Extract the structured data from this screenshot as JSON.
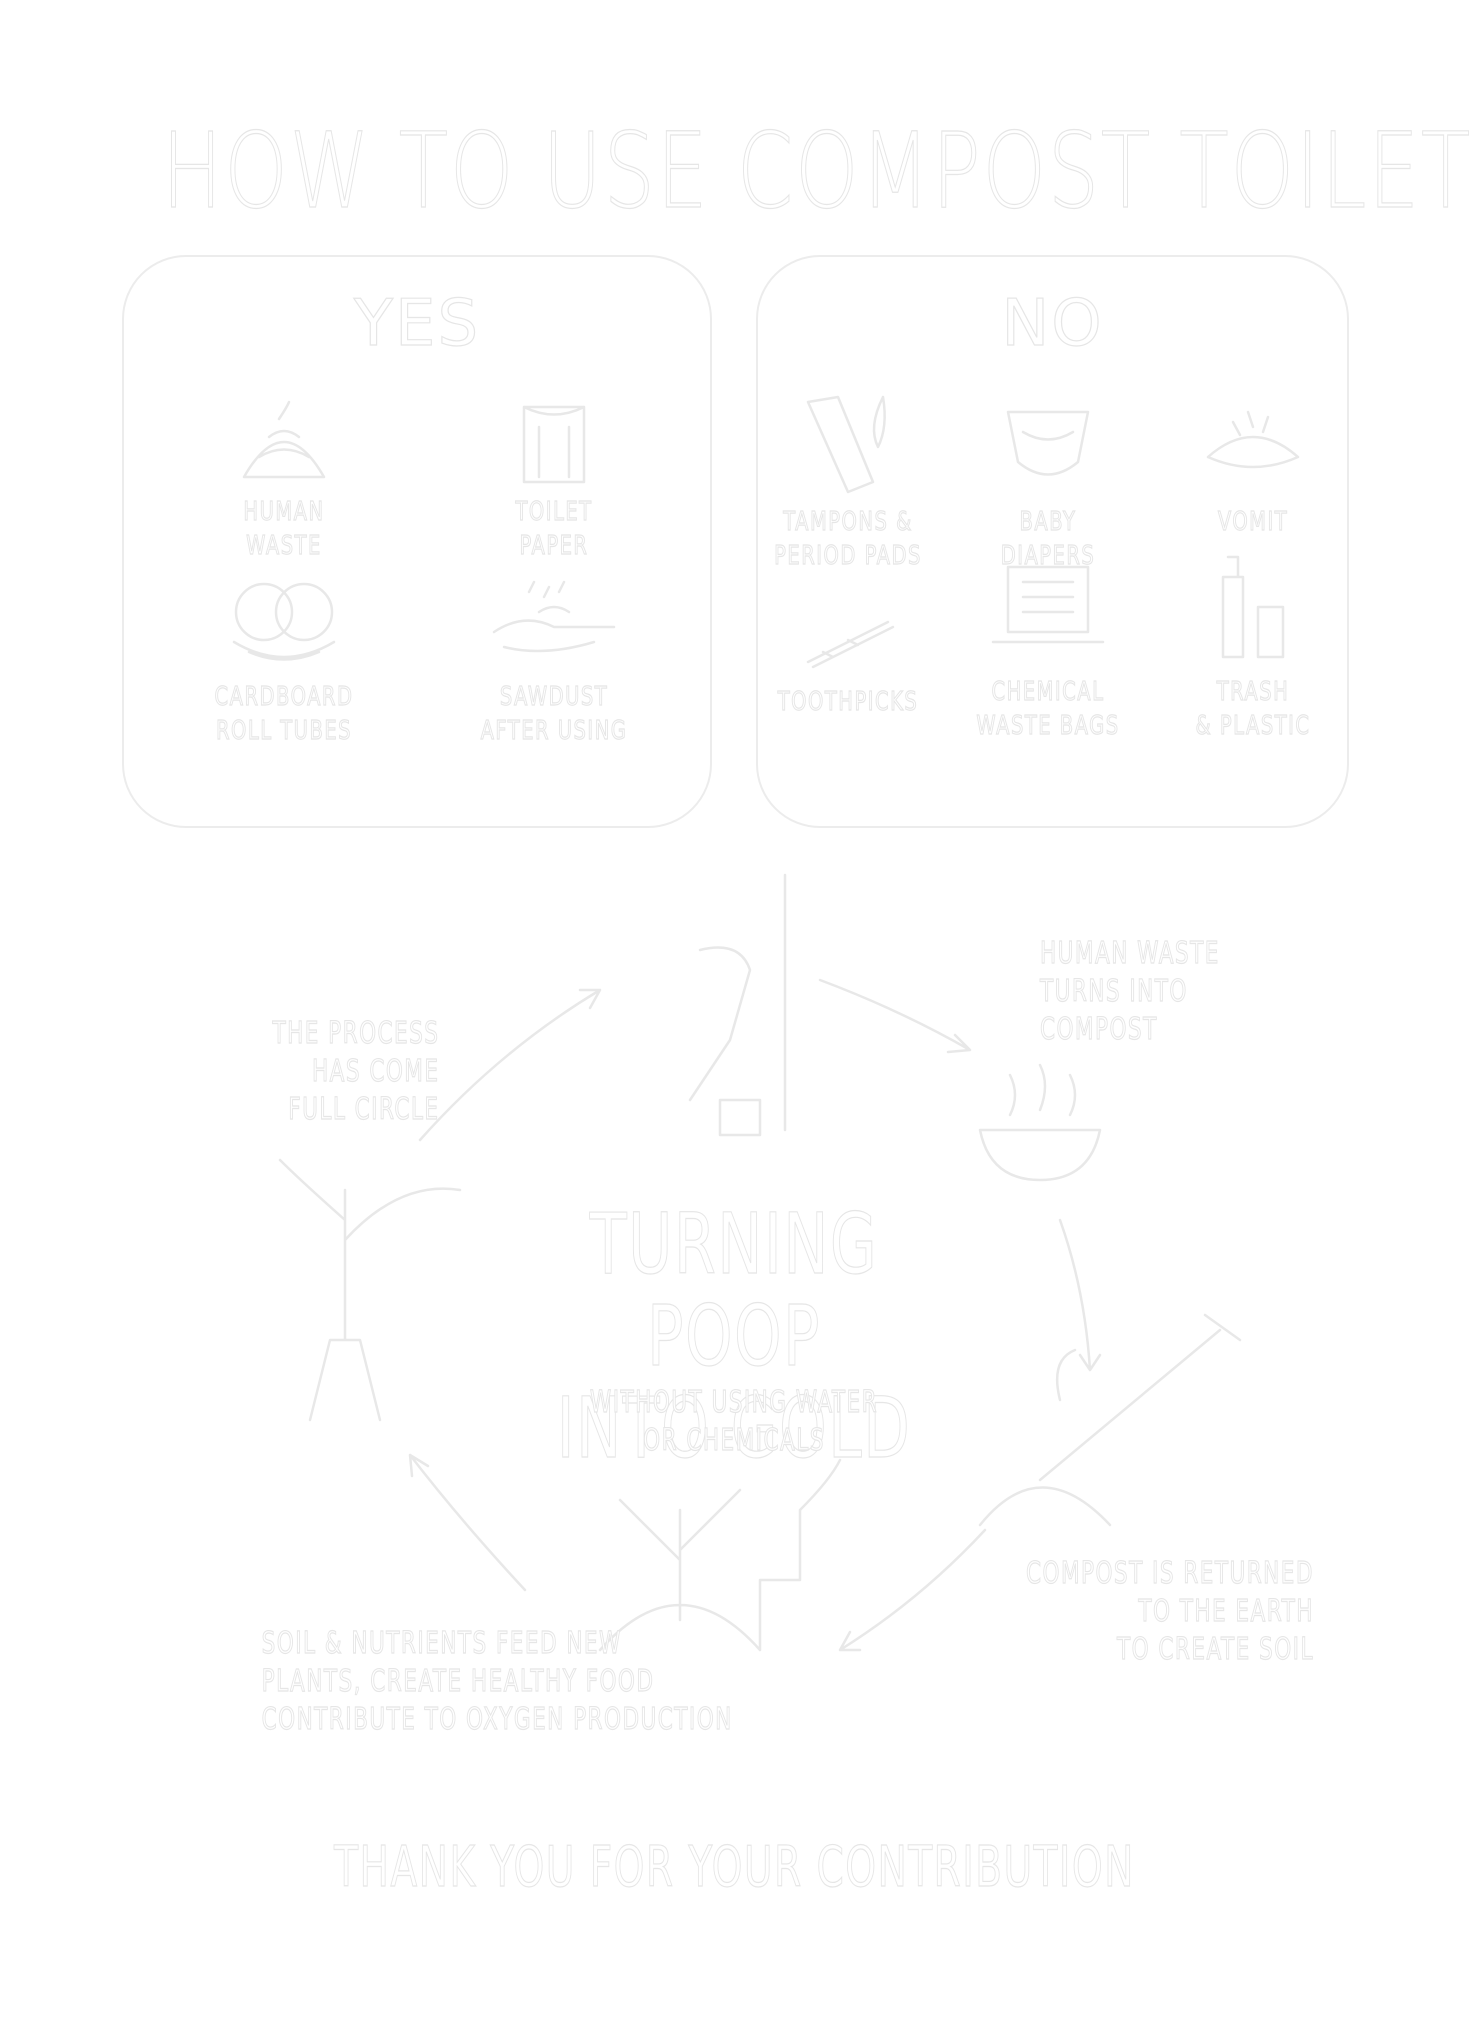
{
  "title": "HOW TO USE COMPOST TOILETS",
  "yes_panel": {
    "heading": "YES",
    "items": [
      {
        "label": "HUMAN WASTE",
        "icon": "poop-icon"
      },
      {
        "label": "TOILET PAPER",
        "icon": "toilet-paper-icon"
      },
      {
        "label": "CARDBOARD\nROLL TUBES",
        "icon": "cardboard-roll-icon"
      },
      {
        "label": "SAWDUST\nAFTER USING",
        "icon": "sawdust-hand-icon"
      }
    ]
  },
  "no_panel": {
    "heading": "NO",
    "items": [
      {
        "label": "TAMPONS &\nPERIOD PADS",
        "icon": "tampon-pad-icon"
      },
      {
        "label": "BABY\nDIAPERS",
        "icon": "diaper-icon"
      },
      {
        "label": "VOMIT",
        "icon": "vomit-icon"
      },
      {
        "label": "TOOTHPICKS",
        "icon": "toothpick-icon"
      },
      {
        "label": "CHEMICAL\nWASTE BAGS",
        "icon": "chemical-bag-icon"
      },
      {
        "label": "TRASH\n& PLASTIC",
        "icon": "trash-bottle-icon"
      }
    ]
  },
  "cycle": {
    "center_title": "TURNING POOP\nINTO GOLD",
    "center_subtitle": "WITHOUT USING WATER\nOR CHEMICALS",
    "steps": [
      {
        "text": "HUMAN WASTE\nTURNS INTO\nCOMPOST",
        "icon": "compost-bowl-icon"
      },
      {
        "text": "COMPOST IS RETURNED\nTO THE EARTH\nTO CREATE SOIL",
        "icon": "shovel-mound-icon"
      },
      {
        "text": "SOIL & NUTRIENTS FEED NEW\nPLANTS, CREATE HEALTHY FOOD\nCONTRIBUTE TO OXYGEN PRODUCTION",
        "icon": "plant-growth-icon"
      },
      {
        "text": "THE PROCESS\nHAS COME\nFULL CIRCLE",
        "icon": "person-on-toilet-icon"
      }
    ]
  },
  "footer": "THANK YOU FOR YOUR CONTRIBUTION",
  "colors": {
    "background": "#ffffff",
    "outline": "#e6e6e6"
  }
}
